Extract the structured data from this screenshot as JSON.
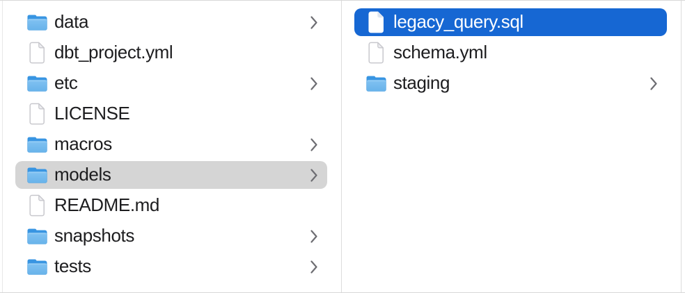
{
  "app": "finder-column-view",
  "colors": {
    "selection_blue": "#1667d3",
    "selection_gray": "#d5d5d5",
    "text": "#1d1d1f",
    "selected_text": "#ffffff",
    "divider": "#dcdcdc",
    "chevron": "#6d6d72",
    "folder_back_blue": "#3895e2",
    "folder_front_blue_top": "#8cc9f4",
    "folder_front_blue_bottom": "#68b3ea",
    "file_border": "#c8c8cd"
  },
  "icons": {
    "folder": "folder-icon",
    "file": "file-icon",
    "chevron": "chevron-right-icon"
  },
  "columns": [
    {
      "name": "left-column",
      "items": [
        {
          "label": "data",
          "type": "folder",
          "chevron": true,
          "selected": "none"
        },
        {
          "label": "dbt_project.yml",
          "type": "file",
          "chevron": false,
          "selected": "none"
        },
        {
          "label": "etc",
          "type": "folder",
          "chevron": true,
          "selected": "none"
        },
        {
          "label": "LICENSE",
          "type": "file",
          "chevron": false,
          "selected": "none"
        },
        {
          "label": "macros",
          "type": "folder",
          "chevron": true,
          "selected": "none"
        },
        {
          "label": "models",
          "type": "folder",
          "chevron": true,
          "selected": "inactive"
        },
        {
          "label": "README.md",
          "type": "file",
          "chevron": false,
          "selected": "none"
        },
        {
          "label": "snapshots",
          "type": "folder",
          "chevron": true,
          "selected": "none"
        },
        {
          "label": "tests",
          "type": "folder",
          "chevron": true,
          "selected": "none"
        }
      ]
    },
    {
      "name": "right-column",
      "items": [
        {
          "label": "legacy_query.sql",
          "type": "file",
          "chevron": false,
          "selected": "active"
        },
        {
          "label": "schema.yml",
          "type": "file",
          "chevron": false,
          "selected": "none"
        },
        {
          "label": "staging",
          "type": "folder",
          "chevron": true,
          "selected": "none"
        }
      ]
    }
  ]
}
